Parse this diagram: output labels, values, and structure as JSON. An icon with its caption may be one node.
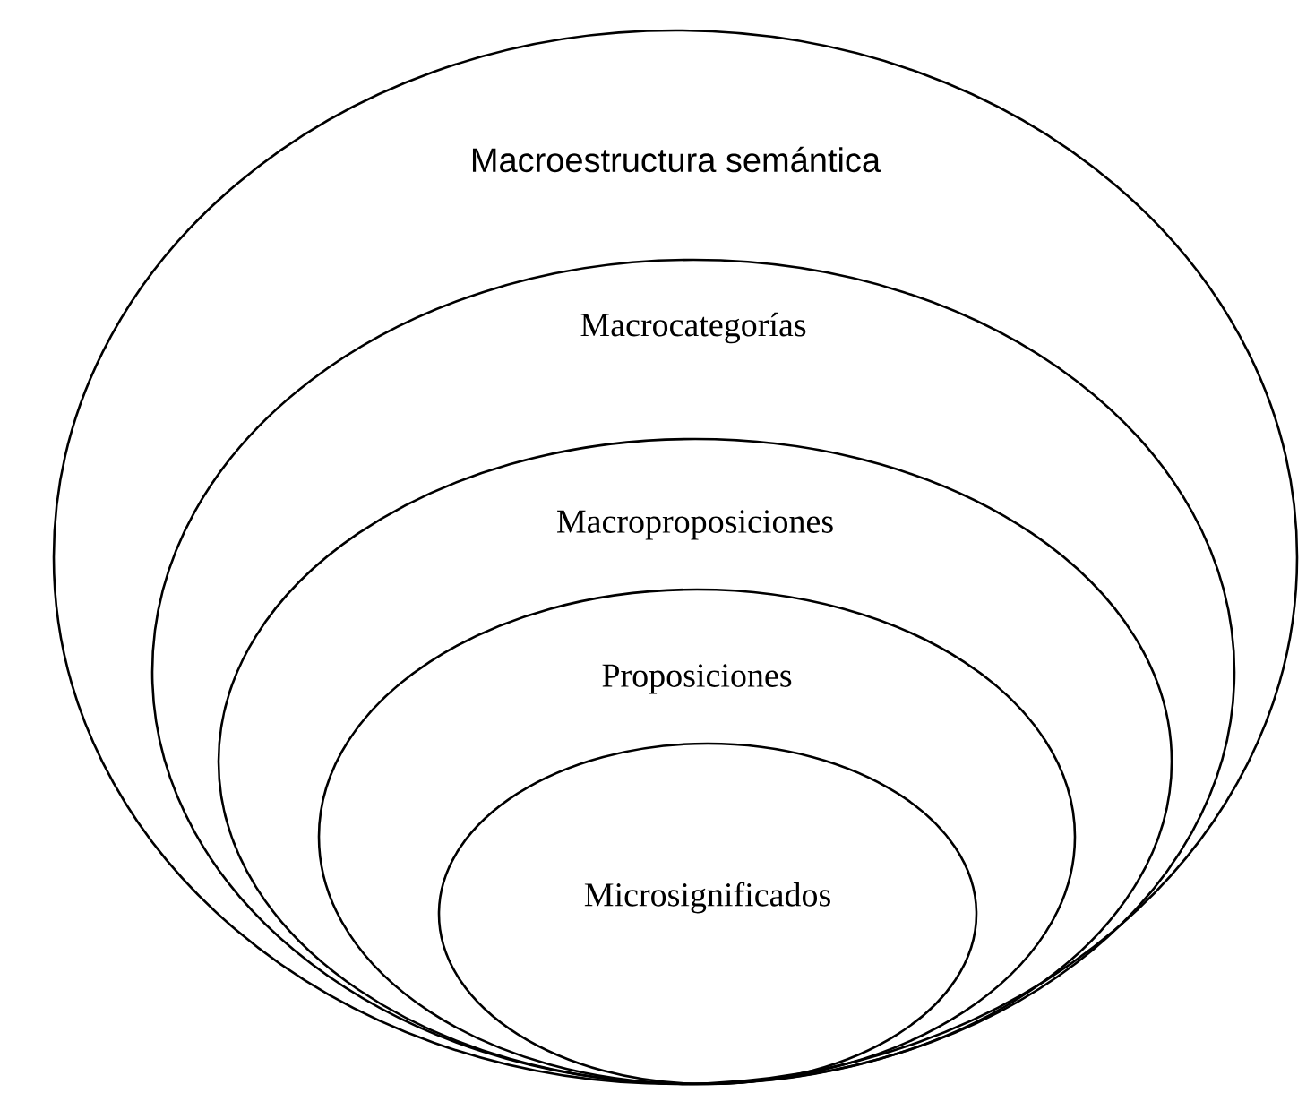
{
  "diagram": {
    "nodes": [
      {
        "text": [
          "Macroestructura semántica"
        ]
      },
      {
        "text": [
          "Macrocategorías"
        ],
        "in": 0
      },
      {
        "text": [
          "Macroproposiciones"
        ],
        "in": 1
      },
      {
        "text": [
          "Proposiciones"
        ],
        "in": 2
      },
      {
        "text": [
          "Microsignificados"
        ],
        "in": 3
      }
    ]
  }
}
